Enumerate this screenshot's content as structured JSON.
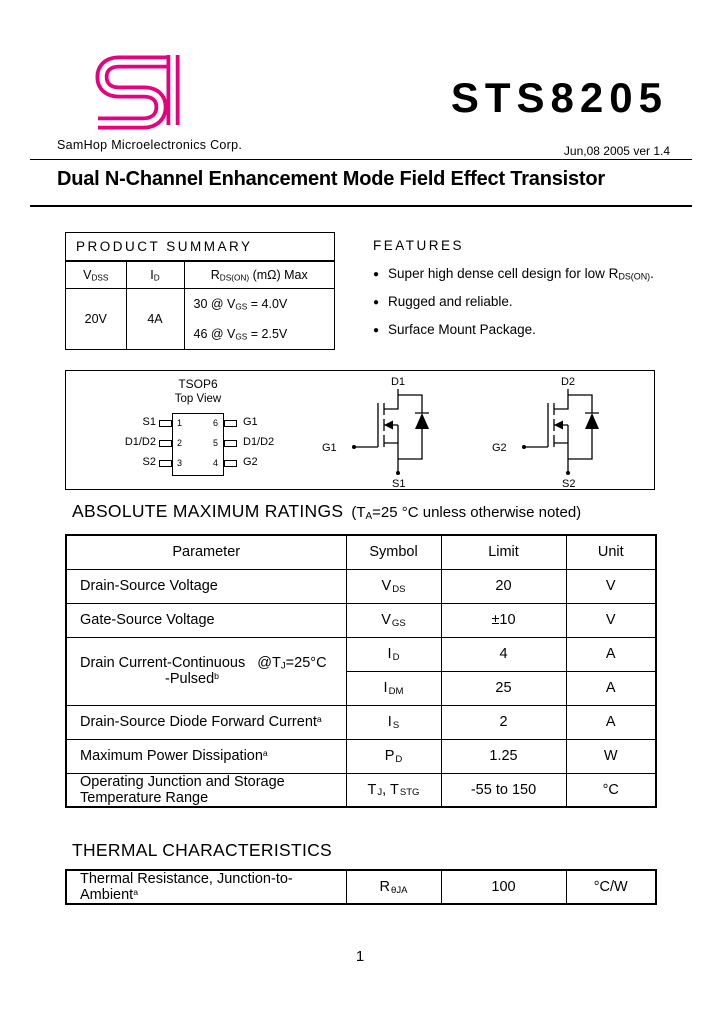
{
  "header": {
    "company": "SamHop Microelectronics Corp.",
    "part_number": "STS8205",
    "date_version": "Jun,08 2005 ver 1.4"
  },
  "doc_title": "Dual N-Channel Enhancement Mode Field Effect Transistor",
  "product_summary": {
    "heading": "PRODUCT SUMMARY",
    "headers": {
      "vdss_base": "V",
      "vdss_sub": "DSS",
      "id_base": "I",
      "id_sub": "D",
      "rds_base": "R",
      "rds_sub": "DS(ON)",
      "rds_rest": " (mΩ)  Max"
    },
    "values": {
      "vdss": "20V",
      "id": "4A",
      "rds_rows": [
        {
          "pre": "30  @ V",
          "sub": "GS",
          "post": " = 4.0V"
        },
        {
          "pre": "46  @ V",
          "sub": "GS",
          "post": " = 2.5V"
        }
      ]
    }
  },
  "features": {
    "heading": "FEATURES",
    "bullet": "●",
    "items": [
      {
        "pre": "Super high dense cell design for low R",
        "sub": "DS(ON)",
        "post": "."
      },
      {
        "pre": "Rugged and reliable.",
        "sub": "",
        "post": ""
      },
      {
        "pre": "Surface Mount Package.",
        "sub": "",
        "post": ""
      }
    ]
  },
  "package": {
    "name": "TSOP6",
    "view": "Top View",
    "pins_left": [
      {
        "label": "S1",
        "num": "1"
      },
      {
        "label": "D1/D2",
        "num": "2"
      },
      {
        "label": "S2",
        "num": "3"
      }
    ],
    "pins_right": [
      {
        "label": "G1",
        "num": "6"
      },
      {
        "label": "D1/D2",
        "num": "5"
      },
      {
        "label": "G2",
        "num": "4"
      }
    ],
    "schematic": {
      "d1": "D1",
      "d2": "D2",
      "g1": "G1",
      "g2": "G2",
      "s1": "S1",
      "s2": "S2"
    }
  },
  "abs_max": {
    "heading": "ABSOLUTE MAXIMUM RATINGS",
    "cond": {
      "pre": "(T",
      "sub": "A",
      "post": "=25 °C unless otherwise noted)"
    },
    "headers": [
      "Parameter",
      "Symbol",
      "Limit",
      "Unit"
    ],
    "row_vds": {
      "param": "Drain-Source Voltage",
      "b1": "V",
      "s1": "DS",
      "limit": "20",
      "unit": "V"
    },
    "row_vgs": {
      "param": "Gate-Source Voltage",
      "b1": "V",
      "s1": "GS",
      "limit": "±10",
      "unit": "V"
    },
    "row_id": {
      "param_pre": "Drain Current-Continuous   @T",
      "param_sub": "J",
      "param_post": "=25°C",
      "pulsed": "-Pulsed",
      "pulsed_note": "b",
      "id": {
        "b1": "I",
        "s1": "D",
        "limit": "4",
        "unit": "A"
      },
      "idm": {
        "b1": "I",
        "s1": "DM",
        "limit": "25",
        "unit": "A"
      }
    },
    "row_is": {
      "param": "Drain-Source Diode Forward Current",
      "note": "a",
      "b1": "I",
      "s1": "S",
      "limit": "2",
      "unit": "A"
    },
    "row_pd": {
      "param": "Maximum Power Dissipation",
      "note": "a",
      "b1": "P",
      "s1": "D",
      "limit": "1.25",
      "unit": "W"
    },
    "row_temp": {
      "param_line1": "Operating Junction and Storage",
      "param_line2": "Temperature Range",
      "b1": "T",
      "s1": "J",
      "b2": ", T",
      "s2": "STG",
      "limit": "-55  to 150",
      "unit": "°C"
    }
  },
  "thermal": {
    "heading": "THERMAL CHARACTERISTICS",
    "row": {
      "param": "Thermal Resistance, Junction-to-Ambient",
      "note": "a",
      "b1": "R",
      "s1": "θJA",
      "limit": "100",
      "unit": "°C/W"
    }
  },
  "page_number": "1"
}
